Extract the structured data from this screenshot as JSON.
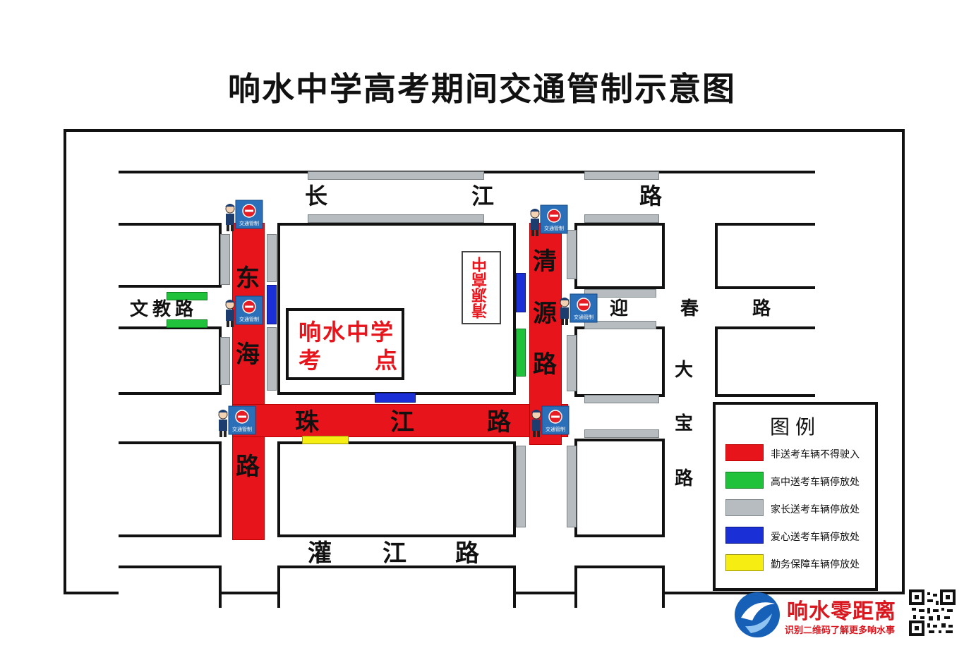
{
  "title": "响水中学高考期间交通管制示意图",
  "roads": {
    "changjiang": [
      "长",
      "江",
      "路"
    ],
    "donghai": [
      "东",
      "海",
      "路"
    ],
    "qingyuan": [
      "清",
      "源",
      "路"
    ],
    "wenjiao": "文教路",
    "yingchun": [
      "迎",
      "春",
      "路"
    ],
    "zhujiang": [
      "珠",
      "江",
      "路"
    ],
    "dabao": [
      "大",
      "宝",
      "路"
    ],
    "guanjiang": [
      "灌",
      "江",
      "路"
    ]
  },
  "buildings": {
    "exam_site_line1": "响水中学",
    "exam_site_line2_a": "考",
    "exam_site_line2_b": "点",
    "qingyuan_high": "清源高中"
  },
  "sign_text": "交通管制",
  "legend": {
    "title": "图例",
    "items": [
      {
        "label": "非送考车辆不得驶入",
        "color": "#e8141c"
      },
      {
        "label": "高中送考车辆停放处",
        "color": "#1fc23a"
      },
      {
        "label": "家长送考车辆停放处",
        "color": "#b6bcc0"
      },
      {
        "label": "爱心送考车辆停放处",
        "color": "#1a2fd6"
      },
      {
        "label": "勤务保障车辆停放处",
        "color": "#f6ee12"
      }
    ]
  },
  "branding": {
    "name": "响水零距离",
    "tagline": "识别二维码了解更多响水事"
  }
}
